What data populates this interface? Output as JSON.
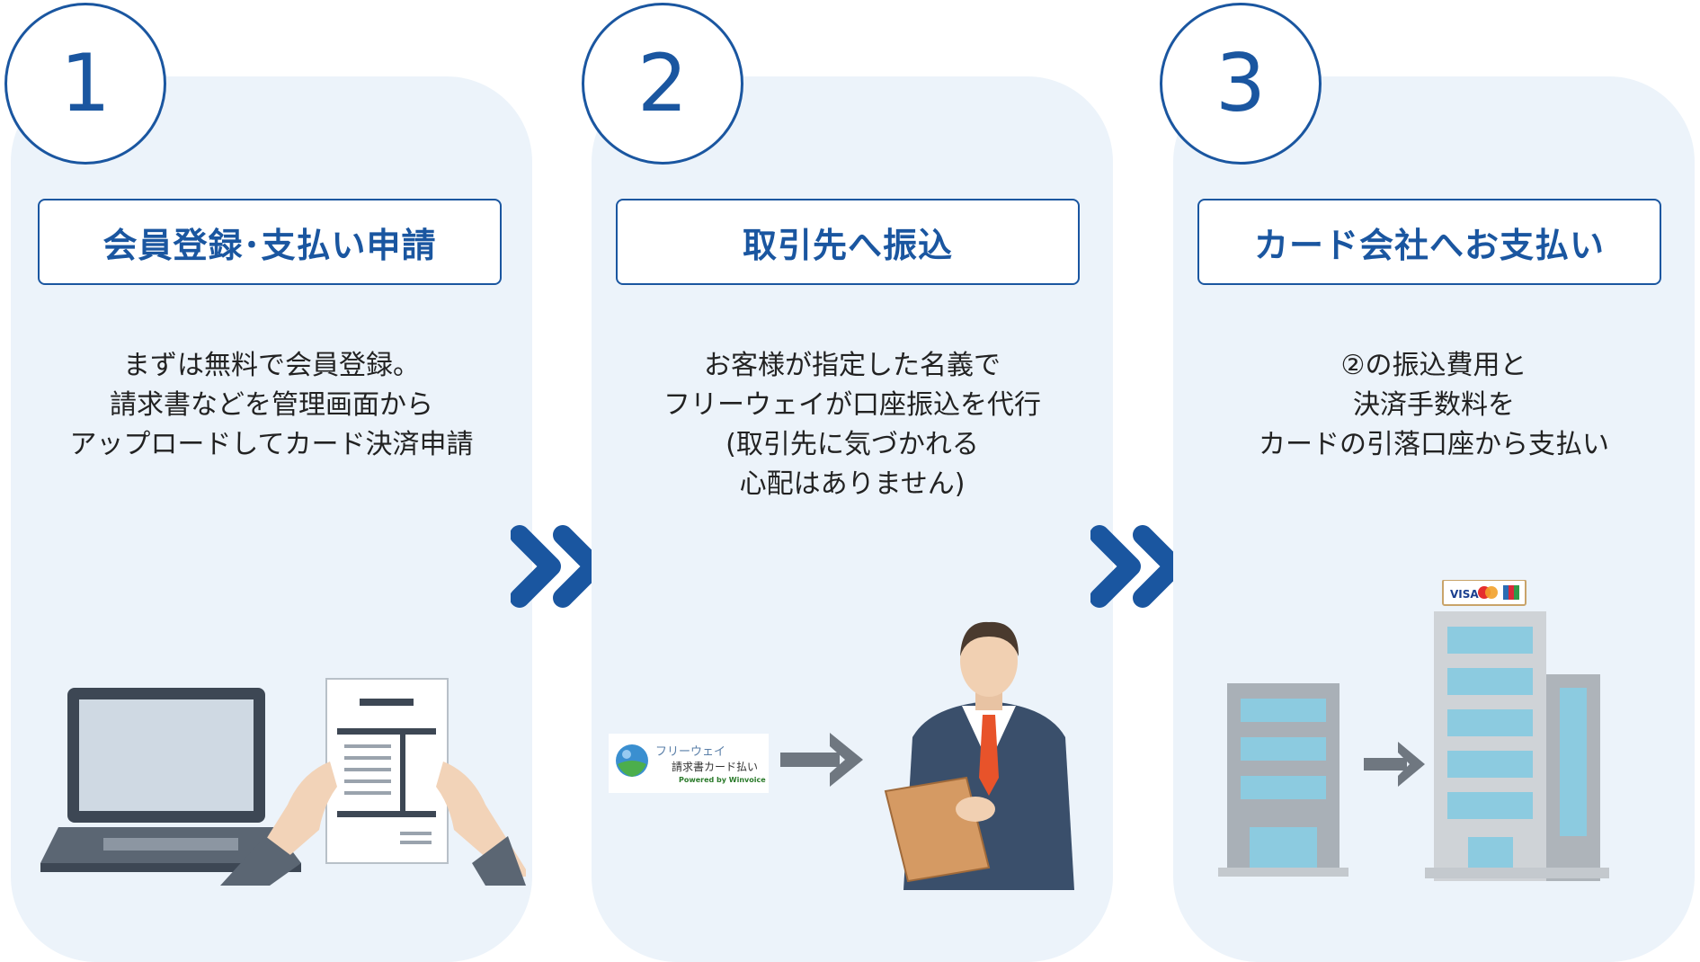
{
  "steps": [
    {
      "number": "1",
      "title": "会員登録･支払い申請",
      "lines": [
        "まずは無料で会員登録。",
        "請求書などを管理画面から",
        "アップロードしてカード決済申請"
      ]
    },
    {
      "number": "2",
      "title": "取引先へ振込",
      "lines": [
        "お客様が指定した名義で",
        "フリーウェイが口座振込を代行",
        "(取引先に気づかれる",
        "心配はありません)"
      ]
    },
    {
      "number": "3",
      "title": "カード会社へお支払い",
      "lines": [
        "②の振込費用と",
        "決済手数料を",
        "カードの引落口座から支払い"
      ]
    }
  ],
  "logo": {
    "name": "フリーウェイ",
    "service": "請求書カード払い",
    "powered": "Powered by Winvoice"
  },
  "card_brands": [
    "VISA",
    "mastercard",
    "JCB"
  ],
  "colors": {
    "accent": "#1a56a0",
    "panel_bg": "#ecf3fa",
    "arrow_gray": "#6f7780"
  }
}
